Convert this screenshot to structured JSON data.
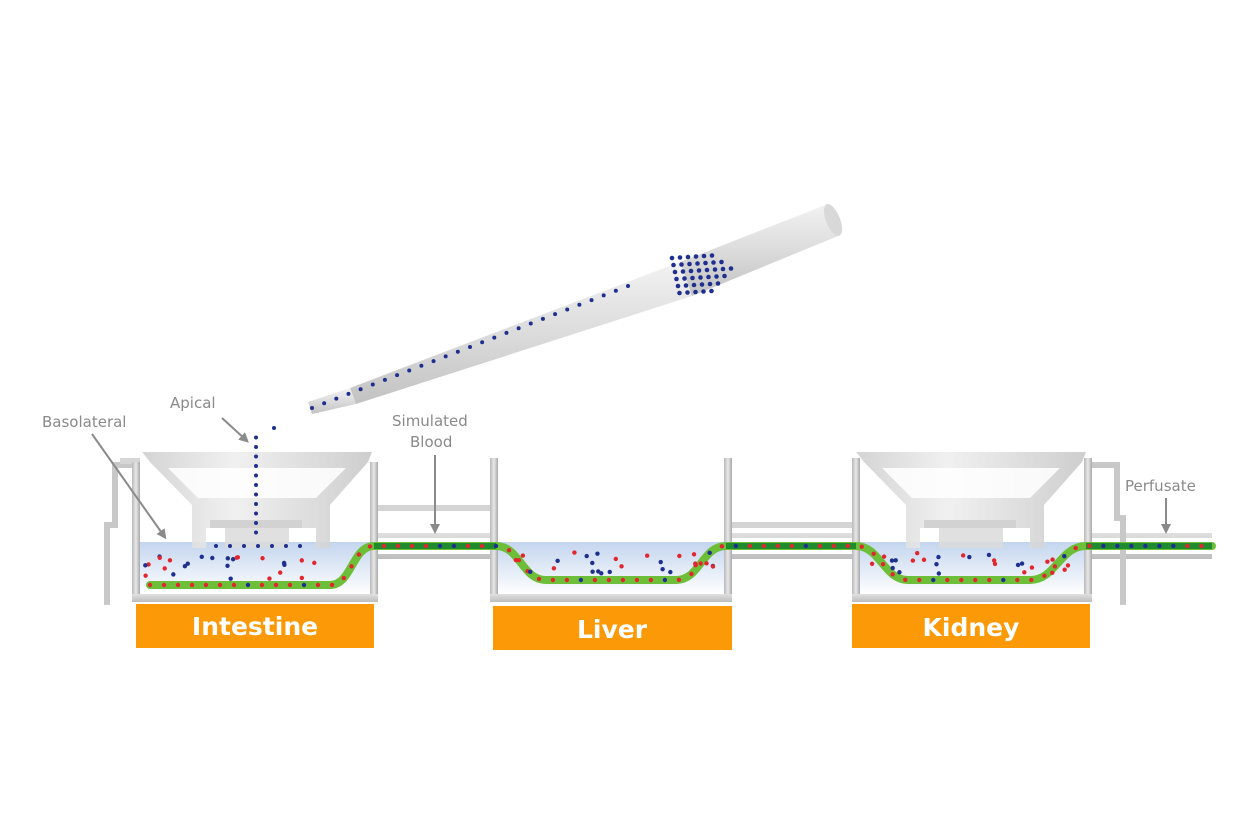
{
  "callouts": {
    "apical": "Apical",
    "basolateral": "Basolateral",
    "simulated_blood_line1": "Simulated",
    "simulated_blood_line2": "Blood",
    "perfusate": "Perfusate"
  },
  "organs": [
    {
      "label": "Intestine"
    },
    {
      "label": "Liver"
    },
    {
      "label": "Kidney"
    }
  ],
  "colors": {
    "organ_label_bg": "#fb9a06",
    "membrane_green": "#6dbf3a",
    "channel_green": "#1f8a2e",
    "drug_dot_blue": "#1f2f8f",
    "metabolite_dot_red": "#e3262e",
    "medium_blue": "#c9d9ef",
    "structure_gray": "#c4c4c4"
  }
}
